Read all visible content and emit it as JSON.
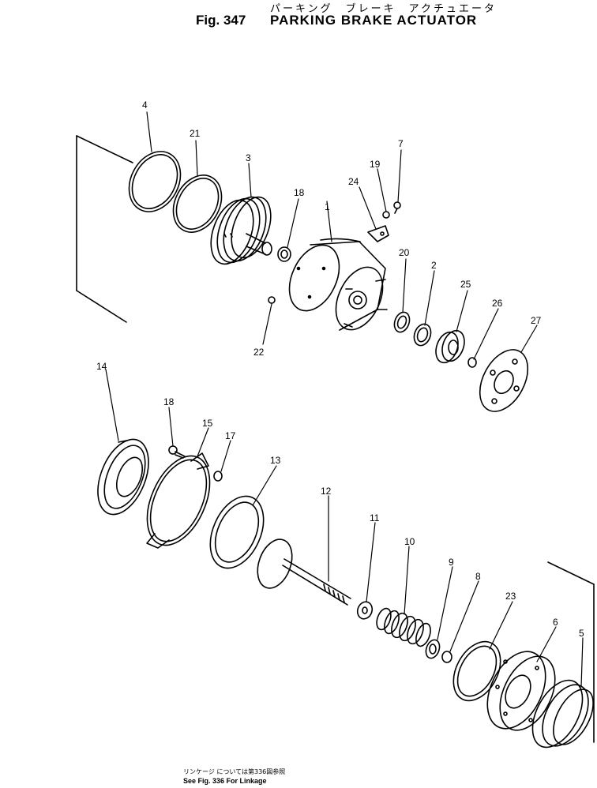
{
  "header": {
    "title_jp": "パーキング　ブレーキ　アクチュエータ",
    "fig_number": "Fig. 347",
    "title_en": "PARKING BRAKE ACTUATOR"
  },
  "parts": [
    {
      "key": "p4",
      "number": "4"
    },
    {
      "key": "p21",
      "number": "21"
    },
    {
      "key": "p3",
      "number": "3"
    },
    {
      "key": "p18a",
      "number": "18"
    },
    {
      "key": "p1",
      "number": "1"
    },
    {
      "key": "p24",
      "number": "24"
    },
    {
      "key": "p19",
      "number": "19"
    },
    {
      "key": "p7",
      "number": "7"
    },
    {
      "key": "p20",
      "number": "20"
    },
    {
      "key": "p2",
      "number": "2"
    },
    {
      "key": "p25",
      "number": "25"
    },
    {
      "key": "p26",
      "number": "26"
    },
    {
      "key": "p27",
      "number": "27"
    },
    {
      "key": "p22",
      "number": "22"
    },
    {
      "key": "p14",
      "number": "14"
    },
    {
      "key": "p18b",
      "number": "18"
    },
    {
      "key": "p15",
      "number": "15"
    },
    {
      "key": "p17",
      "number": "17"
    },
    {
      "key": "p13",
      "number": "13"
    },
    {
      "key": "p12",
      "number": "12"
    },
    {
      "key": "p11",
      "number": "11"
    },
    {
      "key": "p10",
      "number": "10"
    },
    {
      "key": "p9",
      "number": "9"
    },
    {
      "key": "p8",
      "number": "8"
    },
    {
      "key": "p23",
      "number": "23"
    },
    {
      "key": "p6",
      "number": "6"
    },
    {
      "key": "p5",
      "number": "5"
    }
  ],
  "footer": {
    "note_jp": "リンケージ については第336図参照",
    "note_en": "See Fig. 336 For Linkage"
  }
}
